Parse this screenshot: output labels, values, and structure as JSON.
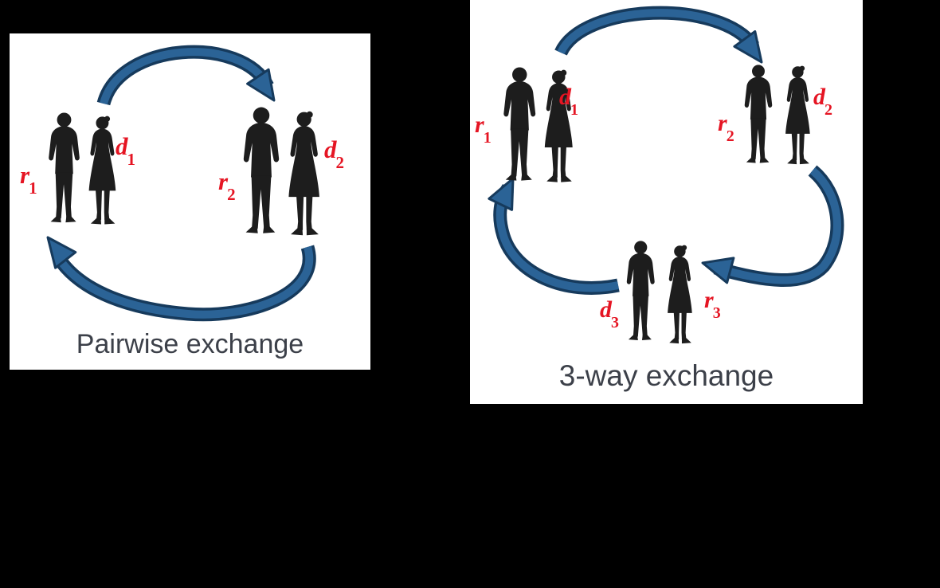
{
  "figure": {
    "background_color": "#000000",
    "panel_background": "#ffffff",
    "arrow_fill_color": "#2b6396",
    "arrow_outline_color": "#163a5c",
    "label_color": "#e51523",
    "caption_color": "#3c4049",
    "silhouette_color": "#1d1d1d"
  },
  "icons": {
    "man": "man-silhouette-icon",
    "woman": "woman-silhouette-icon",
    "arrow": "curved-cycle-arrow-icon"
  },
  "panels": [
    {
      "id": "pairwise",
      "caption": "Pairwise exchange",
      "labels": [
        {
          "letter": "r",
          "sub": "1"
        },
        {
          "letter": "d",
          "sub": "1"
        },
        {
          "letter": "r",
          "sub": "2"
        },
        {
          "letter": "d",
          "sub": "2"
        }
      ]
    },
    {
      "id": "three-way",
      "caption": "3-way exchange",
      "labels": [
        {
          "letter": "r",
          "sub": "1"
        },
        {
          "letter": "d",
          "sub": "1"
        },
        {
          "letter": "r",
          "sub": "2"
        },
        {
          "letter": "d",
          "sub": "2"
        },
        {
          "letter": "d",
          "sub": "3"
        },
        {
          "letter": "r",
          "sub": "3"
        }
      ]
    }
  ]
}
